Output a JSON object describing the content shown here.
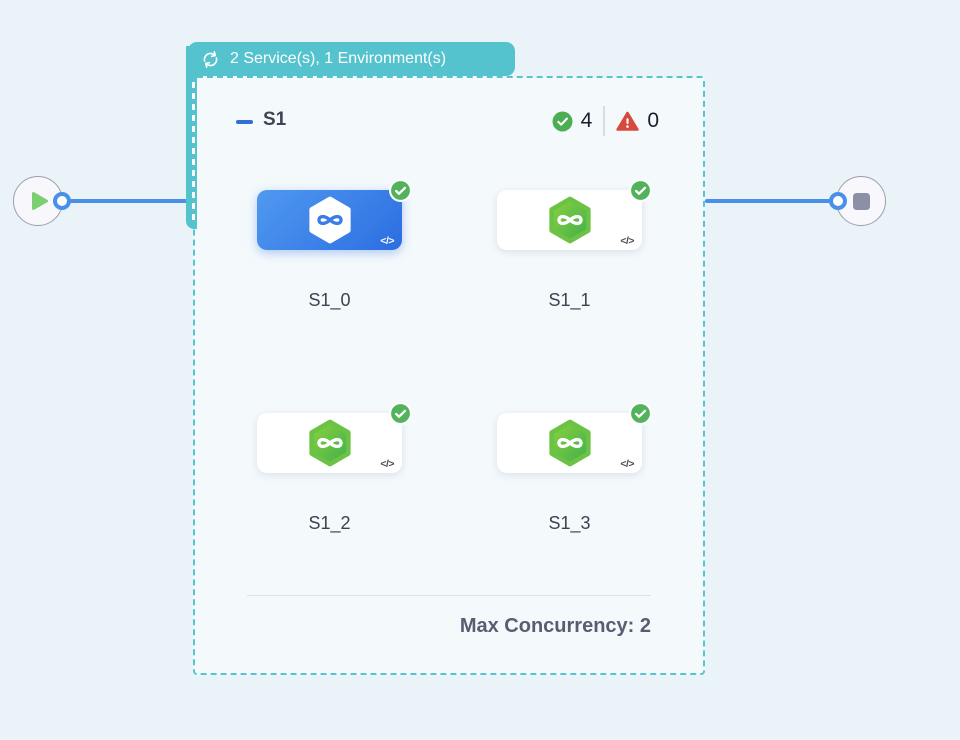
{
  "badge": {
    "icon": "loop-icon",
    "label": "2 Service(s), 1 Environment(s)"
  },
  "stage": {
    "title": "S1",
    "success_count": "4",
    "error_count": "0",
    "services": [
      {
        "label": "S1_0",
        "state": "selected",
        "status": "success"
      },
      {
        "label": "S1_1",
        "state": "default",
        "status": "success"
      },
      {
        "label": "S1_2",
        "state": "default",
        "status": "success"
      },
      {
        "label": "S1_3",
        "state": "default",
        "status": "success"
      }
    ],
    "code_icon_label": "</>",
    "max_concurrency_label": "Max Concurrency: 2"
  },
  "nodes": {
    "start": "play",
    "end": "stop"
  },
  "colors": {
    "teal": "#54c3ce",
    "edge_blue": "#4a90e8",
    "card_blue_start": "#5099f0",
    "card_blue_end": "#2b6ee1",
    "hex_green_start": "#8bd23f",
    "hex_green_end": "#3fae4c",
    "success_green": "#4cae52",
    "error_red": "#d64a3e",
    "play_green": "#7ccf72",
    "stop_gray": "#8d8fa6"
  }
}
